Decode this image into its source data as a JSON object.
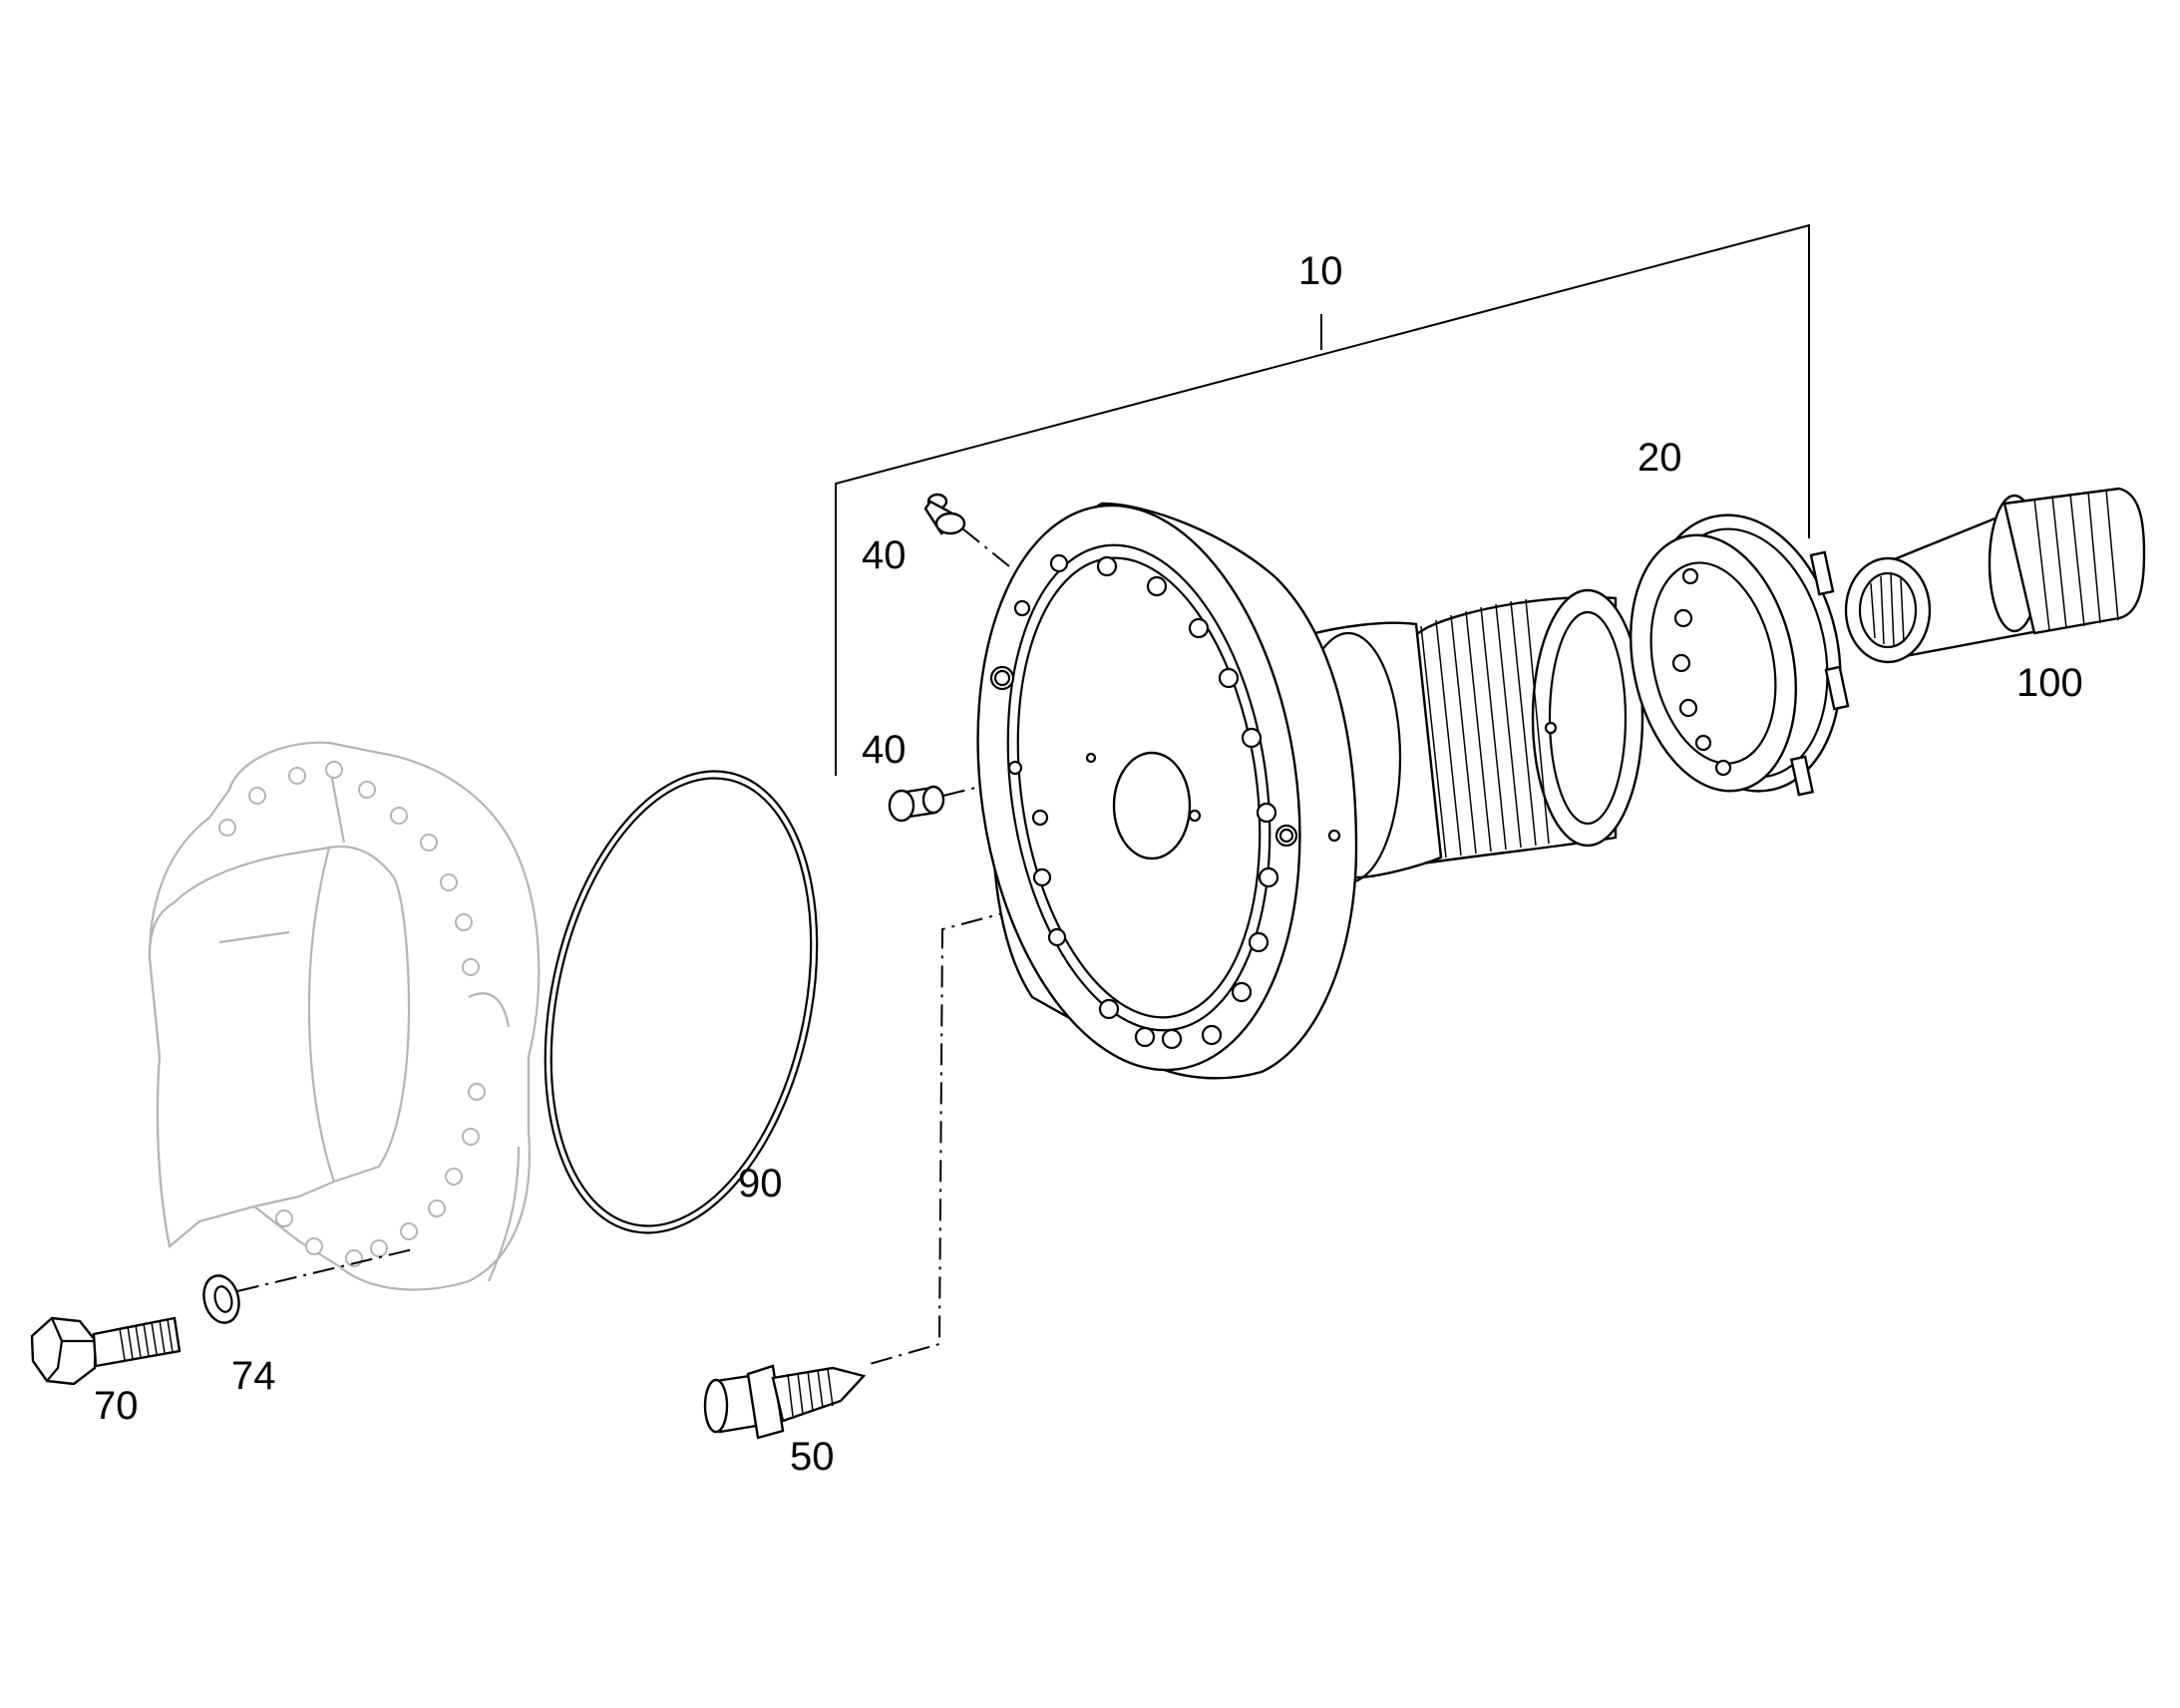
{
  "diagram": {
    "callouts": {
      "c10": "10",
      "c20": "20",
      "c40a": "40",
      "c40b": "40",
      "c50": "50",
      "c70": "70",
      "c74": "74",
      "c90": "90",
      "c100": "100"
    },
    "colors": {
      "line": "#000000",
      "ghost": "#b4b4b4",
      "background": "#ffffff"
    }
  }
}
